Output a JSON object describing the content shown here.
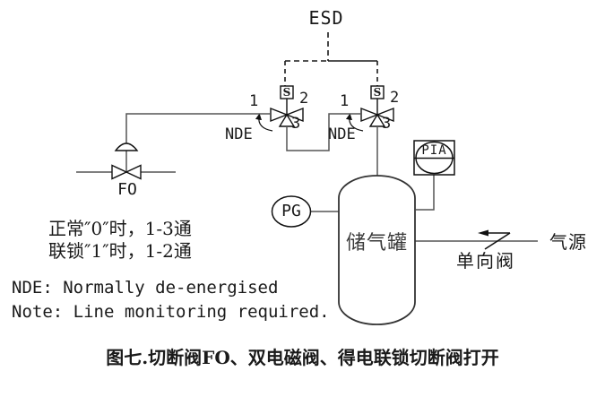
{
  "diagram": {
    "esd_label": "ESD",
    "solenoid_left": {
      "coil": "S",
      "port1": "1",
      "port2": "2",
      "port3": "3",
      "nde": "NDE"
    },
    "solenoid_right": {
      "coil": "S",
      "port1": "1",
      "port2": "2",
      "port3": "3",
      "nde": "NDE"
    },
    "fo_valve_label": "FO",
    "pressure_gauge_label": "PG",
    "pressure_alarm_label": "PIA",
    "tank_label": "储气罐",
    "check_valve_label": "单向阀",
    "gas_source_label": "气源"
  },
  "notes": {
    "lines": [
      "正常″0″时，1-3通",
      "联锁″1″时，1-2通",
      "NDE: Normally de-energised",
      "Note: Line monitoring required."
    ]
  },
  "caption": "图七.切断阀FO、双电磁阀、得电联锁切断阀打开",
  "colors": {
    "pipe": "#555555",
    "symbol": "#111111",
    "esd_line": "#1a1a1a",
    "tank_outline": "#333333"
  }
}
